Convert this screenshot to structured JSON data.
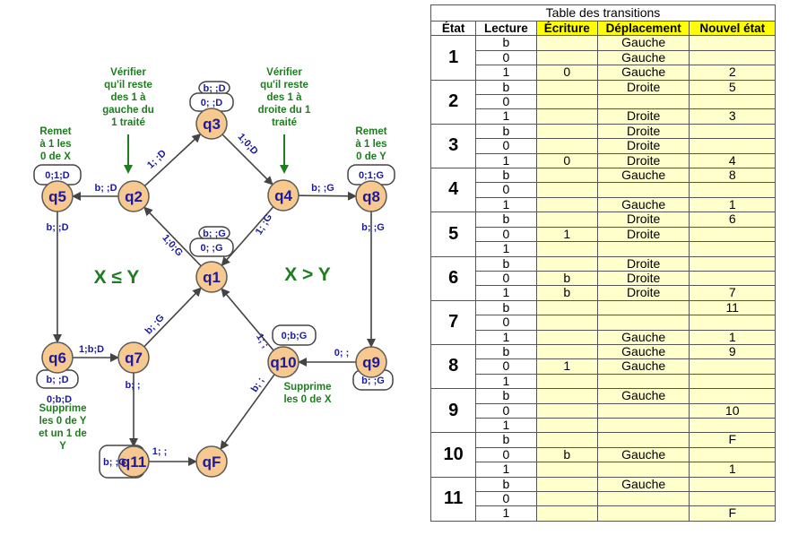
{
  "diagram": {
    "states": [
      "q1",
      "q2",
      "q3",
      "q4",
      "q5",
      "q6",
      "q7",
      "q8",
      "q9",
      "q10",
      "q11",
      "qF"
    ],
    "edges": [
      {
        "from": "q2",
        "to": "q3",
        "label": "1; ;D"
      },
      {
        "from": "q3",
        "to": "q4",
        "label": "1;0;D"
      },
      {
        "from": "q2",
        "to": "q5",
        "label": "b; ;D"
      },
      {
        "from": "q4",
        "to": "q8",
        "label": "b; ;G"
      },
      {
        "from": "q1",
        "to": "q2",
        "label": "1;0;G"
      },
      {
        "from": "q4",
        "to": "q1",
        "label": "1; ;G"
      },
      {
        "from": "q5",
        "to": "q6",
        "label": "b; ;D"
      },
      {
        "from": "q8",
        "to": "q9",
        "label": "b; ;G"
      },
      {
        "from": "q6",
        "to": "q7",
        "label": "1;b;D"
      },
      {
        "from": "q7",
        "to": "q1",
        "label": "b; ;G"
      },
      {
        "from": "q9",
        "to": "q10",
        "label": "0; ;"
      },
      {
        "from": "q10",
        "to": "q1",
        "label": "1; ;"
      },
      {
        "from": "q7",
        "to": "q11",
        "label": "b; ;"
      },
      {
        "from": "q10",
        "to": "qF",
        "label": "b; ;"
      },
      {
        "from": "q11",
        "to": "qF",
        "label": "1; ;"
      }
    ],
    "loops": {
      "q3": [
        "b; ;D",
        "0; ;D"
      ],
      "q1": [
        "b; ;G",
        "0; ;G"
      ],
      "q5": [
        "0;1;D"
      ],
      "q8": [
        "0;1;G"
      ],
      "q6": [
        "b; ;D",
        "0;b;D"
      ],
      "q10": [
        "0;b;G"
      ],
      "q9": [
        "b; ;G"
      ],
      "q11": [
        "b; ;G"
      ]
    },
    "notes": {
      "left_check": [
        "Vérifier",
        "qu'il reste",
        "des 1 à",
        "gauche du",
        "1 traité"
      ],
      "right_check": [
        "Vérifier",
        "qu'il reste",
        "des 1 à",
        "droite du 1",
        "traité"
      ],
      "reset_x": [
        "Remet",
        "à 1 les",
        "0 de X"
      ],
      "reset_y": [
        "Remet",
        "à 1 les",
        "0 de Y"
      ],
      "delete_x": [
        "Supprime",
        "les 0 de X"
      ],
      "delete_y": [
        "Supprime",
        "les 0 de Y",
        "et un 1 de",
        "Y"
      ]
    },
    "regions": {
      "left": "X ≤ Y",
      "right": "X > Y"
    }
  },
  "table": {
    "title": "Table des transitions",
    "headers": {
      "etat": "État",
      "lecture": "Lecture",
      "ecriture": "Écriture",
      "deplacement": "Déplacement",
      "nouvel_etat": "Nouvel état"
    },
    "groups": [
      {
        "etat": "1",
        "rows": [
          [
            "b",
            "",
            "Gauche",
            ""
          ],
          [
            "0",
            "",
            "Gauche",
            ""
          ],
          [
            "1",
            "0",
            "Gauche",
            "2"
          ]
        ]
      },
      {
        "etat": "2",
        "rows": [
          [
            "b",
            "",
            "Droite",
            "5"
          ],
          [
            "0",
            "",
            "",
            ""
          ],
          [
            "1",
            "",
            "Droite",
            "3"
          ]
        ]
      },
      {
        "etat": "3",
        "rows": [
          [
            "b",
            "",
            "Droite",
            ""
          ],
          [
            "0",
            "",
            "Droite",
            ""
          ],
          [
            "1",
            "0",
            "Droite",
            "4"
          ]
        ]
      },
      {
        "etat": "4",
        "rows": [
          [
            "b",
            "",
            "Gauche",
            "8"
          ],
          [
            "0",
            "",
            "",
            ""
          ],
          [
            "1",
            "",
            "Gauche",
            "1"
          ]
        ]
      },
      {
        "etat": "5",
        "rows": [
          [
            "b",
            "",
            "Droite",
            "6"
          ],
          [
            "0",
            "1",
            "Droite",
            ""
          ],
          [
            "1",
            "",
            "",
            ""
          ]
        ]
      },
      {
        "etat": "6",
        "rows": [
          [
            "b",
            "",
            "Droite",
            ""
          ],
          [
            "0",
            "b",
            "Droite",
            ""
          ],
          [
            "1",
            "b",
            "Droite",
            "7"
          ]
        ]
      },
      {
        "etat": "7",
        "rows": [
          [
            "b",
            "",
            "",
            "11"
          ],
          [
            "0",
            "",
            "",
            ""
          ],
          [
            "1",
            "",
            "Gauche",
            "1"
          ]
        ]
      },
      {
        "etat": "8",
        "rows": [
          [
            "b",
            "",
            "Gauche",
            "9"
          ],
          [
            "0",
            "1",
            "Gauche",
            ""
          ],
          [
            "1",
            "",
            "",
            ""
          ]
        ]
      },
      {
        "etat": "9",
        "rows": [
          [
            "b",
            "",
            "Gauche",
            ""
          ],
          [
            "0",
            "",
            "",
            "10"
          ],
          [
            "1",
            "",
            "",
            ""
          ]
        ]
      },
      {
        "etat": "10",
        "rows": [
          [
            "b",
            "",
            "",
            "F"
          ],
          [
            "0",
            "b",
            "Gauche",
            ""
          ],
          [
            "1",
            "",
            "",
            "1"
          ]
        ]
      },
      {
        "etat": "11",
        "rows": [
          [
            "b",
            "",
            "Gauche",
            ""
          ],
          [
            "0",
            "",
            "",
            ""
          ],
          [
            "1",
            "",
            "",
            "F"
          ]
        ]
      }
    ]
  }
}
